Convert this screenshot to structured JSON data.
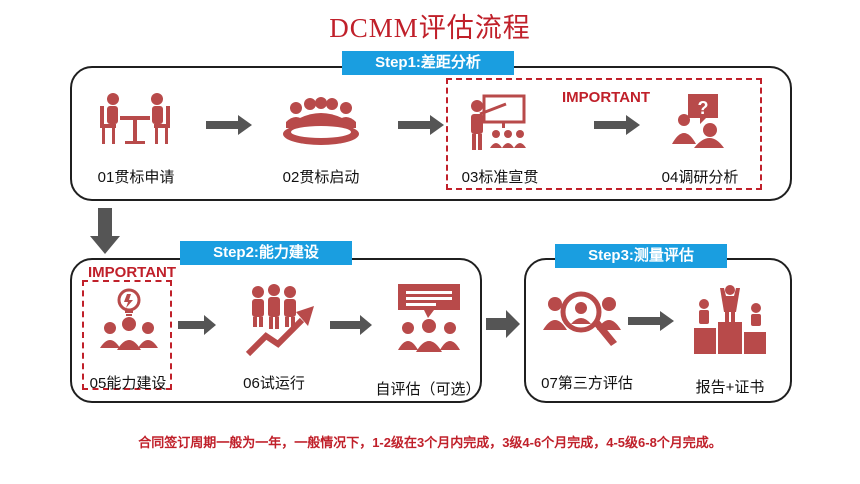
{
  "title": "DCMM评估流程",
  "steps": {
    "step1": "Step1:差距分析",
    "step2": "Step2:能力建设",
    "step3": "Step3:测量评估"
  },
  "important_label": "IMPORTANT",
  "nodes": {
    "n01": "01贯标申请",
    "n02": "02贯标启动",
    "n03": "03标准宣贯",
    "n04": "04调研分析",
    "n05": "05能力建设",
    "n06": "06试运行",
    "n_self": "自评估（可选）",
    "n07": "07第三方评估",
    "n_report": "报告+证书"
  },
  "icons": {
    "n01": "meeting-icon",
    "n02": "launch-meeting-icon",
    "n03": "training-icon",
    "n04": "survey-question-icon",
    "n05": "idea-team-icon",
    "n06": "growth-team-icon",
    "n_self": "discussion-icon",
    "n07": "search-team-icon",
    "n_report": "podium-icon"
  },
  "footnote": "合同签订周期一般为一年，一般情况下，1-2级在3个月内完成，3级4-6个月完成，4-5级6-8个月完成。",
  "colors": {
    "accent_red": "#c0202a",
    "icon_red": "#b84a4a",
    "step_blue": "#1a9ee0",
    "arrow_gray": "#555555"
  }
}
